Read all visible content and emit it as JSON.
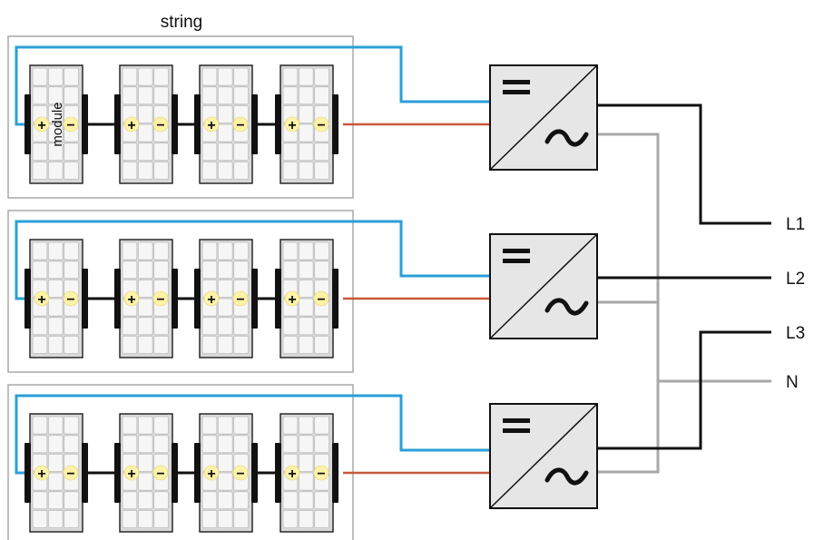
{
  "string_label": "string",
  "module_label": "module",
  "terminal_signs": {
    "plus": "+",
    "minus": "−"
  },
  "phases": [
    "L1",
    "L2",
    "L3",
    "N"
  ],
  "colors": {
    "dc_positive_wire": "#2b9fd8",
    "dc_negative_wire": "#c8583b",
    "phase_wire": "#111111",
    "neutral_wire": "#a8a8a8",
    "terminal": "#fff3a8"
  },
  "strings": [
    {
      "modules": 4
    },
    {
      "modules": 4
    },
    {
      "modules": 4
    }
  ],
  "inverters": [
    {
      "dc_symbol": "=",
      "ac_symbol": "~",
      "output_phase": "L1"
    },
    {
      "dc_symbol": "=",
      "ac_symbol": "~",
      "output_phase": "L2"
    },
    {
      "dc_symbol": "=",
      "ac_symbol": "~",
      "output_phase": "L3"
    }
  ]
}
